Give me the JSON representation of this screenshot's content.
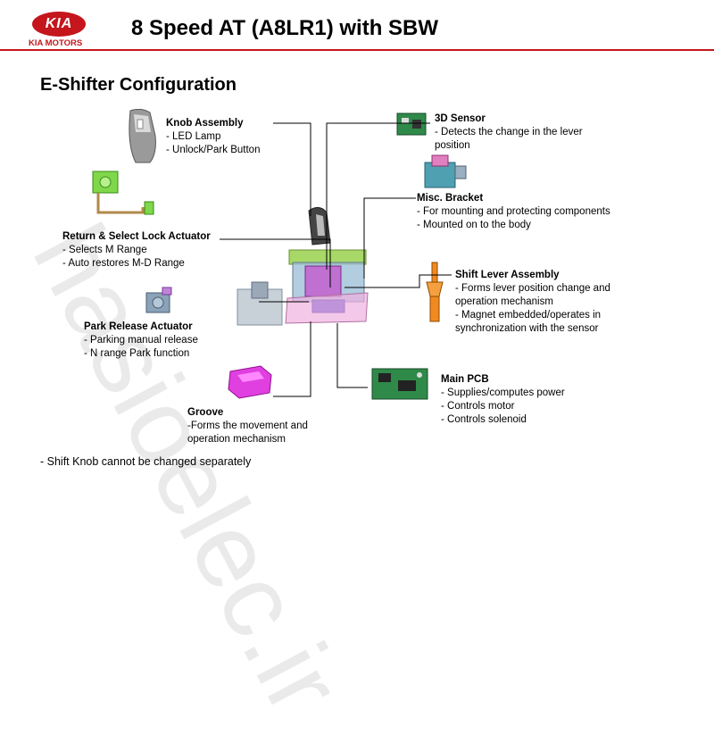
{
  "logo": {
    "mark": "KIA",
    "text": "KIA MOTORS"
  },
  "title": "8 Speed AT (A8LR1) with SBW",
  "subtitle": "E-Shifter Configuration",
  "watermark": "hasioelec.ir",
  "components": {
    "knob": {
      "title": "Knob Assembly",
      "lines": [
        "- LED Lamp",
        "- Unlock/Park Button"
      ]
    },
    "sensor": {
      "title": "3D Sensor",
      "lines": [
        "- Detects the change in the lever",
        "position"
      ]
    },
    "bracket": {
      "title": "Misc. Bracket",
      "lines": [
        "- For mounting and protecting components",
        "- Mounted on to the body"
      ]
    },
    "return_actuator": {
      "title": "Return & Select Lock Actuator",
      "lines": [
        "- Selects M Range",
        "- Auto restores M-D Range"
      ]
    },
    "lever": {
      "title": "Shift Lever Assembly",
      "lines": [
        "- Forms lever position change and",
        "operation mechanism",
        "- Magnet embedded/operates in",
        "synchronization with the sensor"
      ]
    },
    "park_actuator": {
      "title": "Park Release Actuator",
      "lines": [
        "- Parking manual release",
        "- N range Park function"
      ]
    },
    "pcb": {
      "title": "Main PCB",
      "lines": [
        "- Supplies/computes power",
        "- Controls motor",
        "- Controls solenoid"
      ]
    },
    "groove": {
      "title": "Groove",
      "lines": [
        "-Forms the movement and",
        "operation mechanism"
      ]
    }
  },
  "footnote": "- Shift Knob cannot be changed separately"
}
